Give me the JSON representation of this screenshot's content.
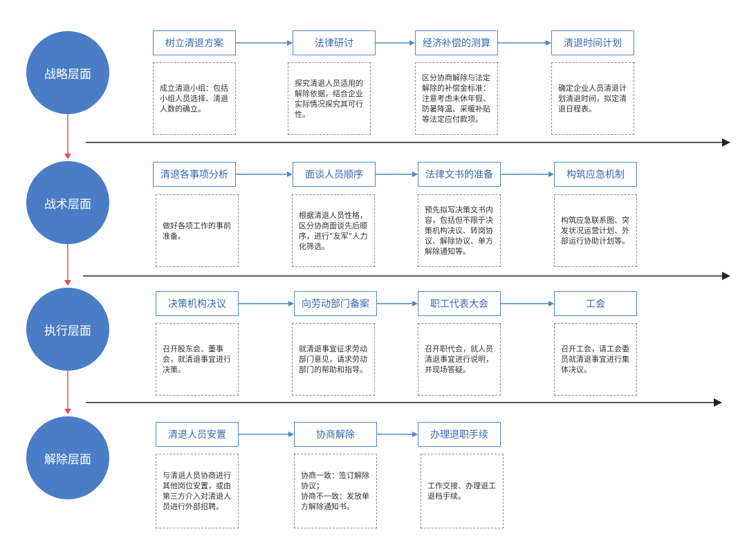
{
  "layers": [
    {
      "name": "战略层面",
      "steps": [
        "树立清退方案",
        "法律研讨",
        "经济补偿的测算",
        "清退时间计划"
      ],
      "notes": [
        "成立清退小组：包括小组人员选择、清退人数的确立。",
        "探究清退人员适用的解除依据，结合企业实际情况探究其可行性。",
        "区分协商解除与法定解除的补偿金标准：注意考虑未休年假、防暑降温、采暖补贴等法定应付款项。",
        "确定企业人员清退计划清退时间，拟定清退日程表。"
      ]
    },
    {
      "name": "战术层面",
      "steps": [
        "清退各事项分析",
        "面谈人员顺序",
        "法律文书的准备",
        "构筑应急机制"
      ],
      "notes": [
        "做好各项工作的事前准备。",
        "根据清退人员性格，区分协商面谈先后顺序，进行“友军”人力化筛选。",
        "预先拟写决策文书内容，包括但不限于决策机构决议、转岗协议、解除协议、单方解除通知等。",
        "构筑应急联系图、突发状况运营计划、外部运行协助计划等。"
      ]
    },
    {
      "name": "执行层面",
      "steps": [
        "决策机构决议",
        "向劳动部门备案",
        "职工代表大会",
        "工会"
      ],
      "notes": [
        "召开股东会、董事会，就清退事宜进行决策。",
        "就清退事宜征求劳动部门意见，请求劳动部门的帮助和指导。",
        "召开职代会，就人员清退事宜进行说明，并现场答疑。",
        "召开工会，请工会委员就清退事宜进行集体决议。"
      ]
    },
    {
      "name": "解除层面",
      "steps": [
        "清退人员安置",
        "协商解除",
        "办理退职手续"
      ],
      "notes": [
        "与清退人员协商进行其他岗位安置，或由第三方介入对清退人员进行外部招聘。",
        "协商一致：签订解除协议；\n协商不一致：发放单方解除通知书。",
        "工作交接、办理退工退档手续。"
      ]
    }
  ],
  "colors": {
    "circle_fill": "#4a7dc6",
    "step_border": "#4f86c9",
    "step_text": "#3568b4",
    "arrow_blue": "#4f86c9",
    "arrow_red": "#e05050",
    "timeline": "#222222",
    "note_border": "#8c8c8c"
  }
}
